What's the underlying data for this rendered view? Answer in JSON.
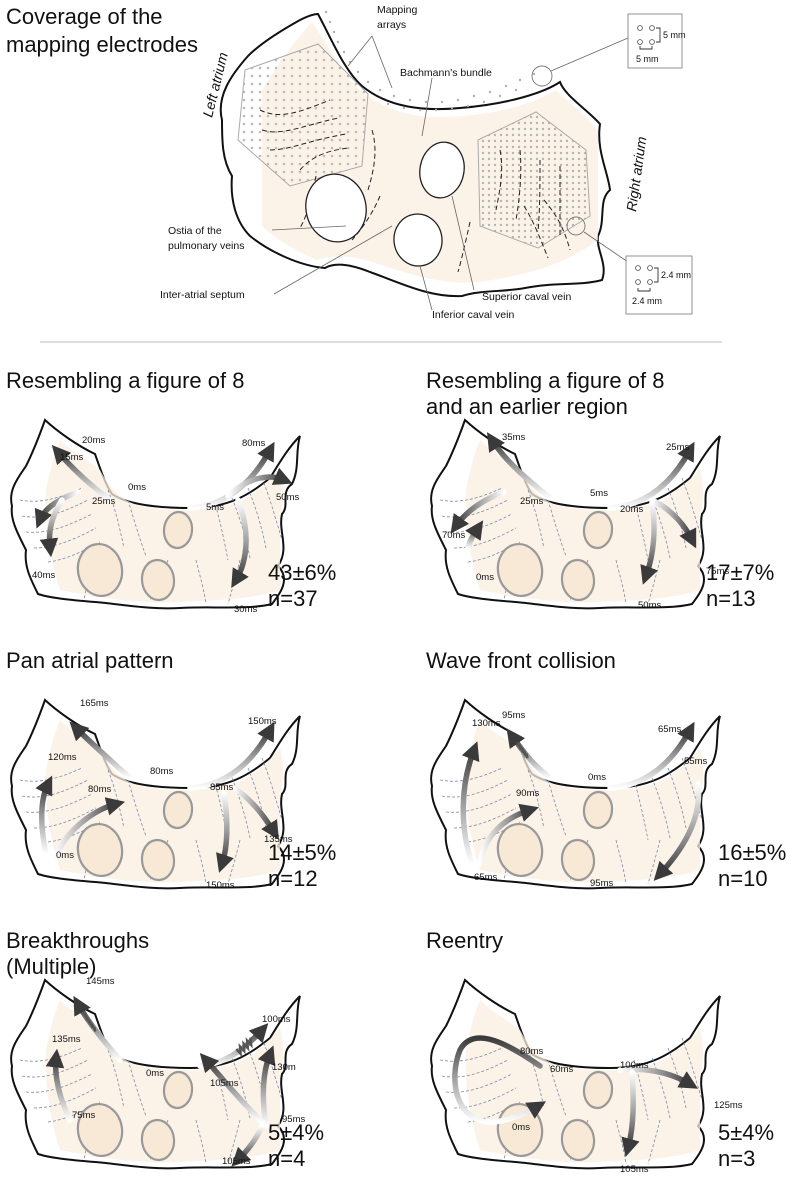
{
  "coverage": {
    "title_lines": [
      "Coverage of the",
      "mapping electrodes"
    ],
    "left_atrium": "Left atrium",
    "right_atrium": "Right atrium",
    "mapping_arrays_lines": [
      "Mapping",
      "arrays"
    ],
    "bachmanns_bundle": "Bachmann's bundle",
    "ostia_lines": [
      "Ostia of the",
      "pulmonary veins"
    ],
    "inter_atrial_septum": "Inter-atrial septum",
    "superior_caval_vein": "Superior caval vein",
    "inferior_caval_vein": "Inferior caval vein",
    "box_top": {
      "v": "5 mm",
      "h": "5 mm"
    },
    "box_bottom": {
      "v": "2.4 mm",
      "h": "2.4 mm"
    }
  },
  "panels": [
    {
      "title_lines": [
        "Resembling a figure of 8"
      ],
      "pct": "43±6%",
      "n": "n=37",
      "times": [
        "20ms",
        "15ms",
        "25ms",
        "40ms",
        "0ms",
        "5ms",
        "80ms",
        "50ms",
        "30ms"
      ]
    },
    {
      "title_lines": [
        "Resembling a figure of 8",
        "and an earlier region"
      ],
      "pct": "17±7%",
      "n": "n=13",
      "times": [
        "35ms",
        "25ms",
        "70ms",
        "0ms",
        "5ms",
        "20ms",
        "25ms",
        "75ms",
        "50ms"
      ]
    },
    {
      "title_lines": [
        "Pan atrial pattern"
      ],
      "pct": "14±5%",
      "n": "n=12",
      "times": [
        "165ms",
        "120ms",
        "80ms",
        "0ms",
        "80ms",
        "85ms",
        "150ms",
        "135ms",
        "150ms"
      ]
    },
    {
      "title_lines": [
        "Wave front collision"
      ],
      "pct": "16±5%",
      "n": "n=10",
      "times": [
        "130ms",
        "95ms",
        "90ms",
        "65ms",
        "0ms",
        "55ms",
        "65ms",
        "95ms"
      ]
    },
    {
      "title_lines": [
        "Breakthroughs",
        "(Multiple)"
      ],
      "pct": "5±4%",
      "n": "n=4",
      "times": [
        "145ms",
        "135ms",
        "75ms",
        "0ms",
        "100ms",
        "130m",
        "105ms",
        "95ms",
        "105ms"
      ]
    },
    {
      "title_lines": [
        "Reentry"
      ],
      "pct": "5±4%",
      "n": "n=3",
      "times": [
        "80ms",
        "60ms",
        "0ms",
        "100ms",
        "125ms",
        "105ms"
      ]
    }
  ]
}
